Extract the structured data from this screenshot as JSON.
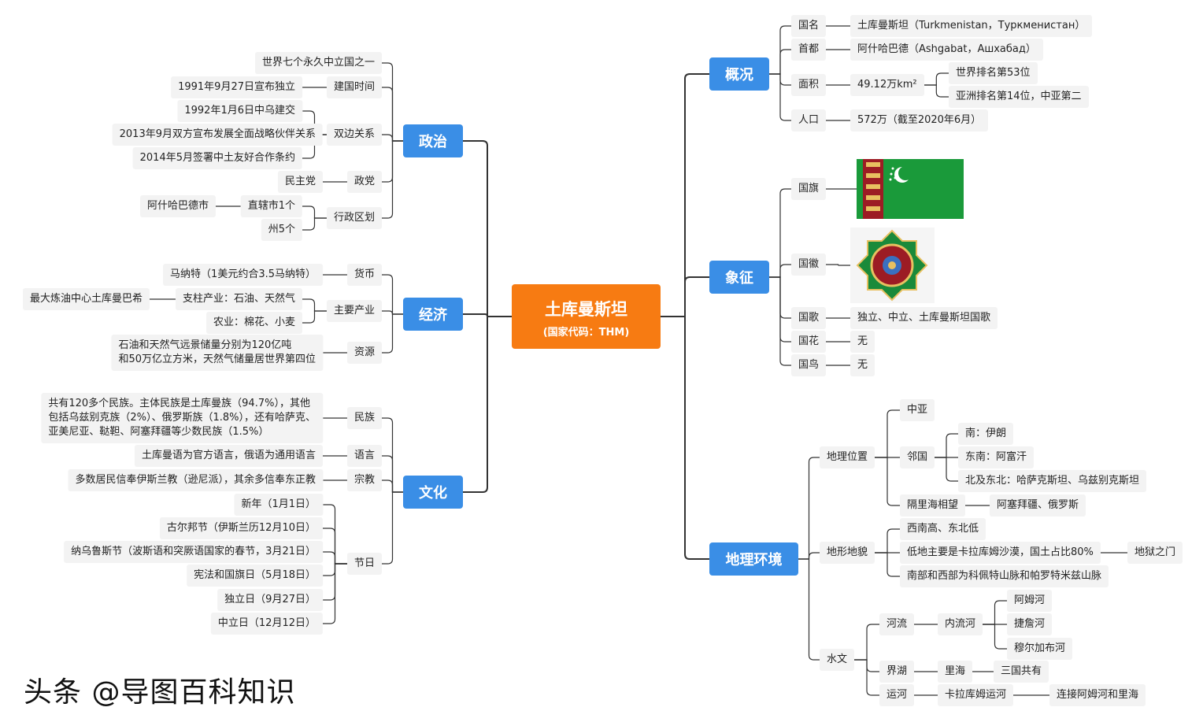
{
  "root": {
    "title": "土库曼斯坦",
    "subtitle": "(国家代码：THM)"
  },
  "topics": {
    "politics": "政治",
    "economy": "经济",
    "culture": "文化",
    "overview": "概况",
    "symbols": "象征",
    "geography": "地理环境"
  },
  "nodes": [
    {
      "id": "p0",
      "parent": "politics",
      "text": "世界七个永久中立国之一"
    },
    {
      "id": "p1",
      "parent": "politics",
      "text": "建国时间"
    },
    {
      "id": "p1a",
      "parent": "p1",
      "text": "1991年9月27日宣布独立"
    },
    {
      "id": "p2",
      "parent": "politics",
      "text": "双边关系"
    },
    {
      "id": "p2a",
      "parent": "p2",
      "text": "1992年1月6日中乌建交"
    },
    {
      "id": "p2b",
      "parent": "p2",
      "text": "2013年9月双方宣布发展全面战略伙伴关系"
    },
    {
      "id": "p2c",
      "parent": "p2",
      "text": "2014年5月签署中土友好合作条约"
    },
    {
      "id": "p3",
      "parent": "politics",
      "text": "政党"
    },
    {
      "id": "p3a",
      "parent": "p3",
      "text": "民主党"
    },
    {
      "id": "p4",
      "parent": "politics",
      "text": "行政区划"
    },
    {
      "id": "p4a",
      "parent": "p4",
      "text": "直辖市1个"
    },
    {
      "id": "p4a1",
      "parent": "p4a",
      "text": "阿什哈巴德市"
    },
    {
      "id": "p4b",
      "parent": "p4",
      "text": "州5个"
    },
    {
      "id": "e1",
      "parent": "economy",
      "text": "货币"
    },
    {
      "id": "e1a",
      "parent": "e1",
      "text": "马纳特（1美元约合3.5马纳特）"
    },
    {
      "id": "e2",
      "parent": "economy",
      "text": "主要产业"
    },
    {
      "id": "e2a",
      "parent": "e2",
      "text": "支柱产业：石油、天然气"
    },
    {
      "id": "e2a1",
      "parent": "e2a",
      "text": "最大炼油中心土库曼巴希"
    },
    {
      "id": "e2b",
      "parent": "e2",
      "text": "农业：棉花、小麦"
    },
    {
      "id": "e3",
      "parent": "economy",
      "text": "资源"
    },
    {
      "id": "e3a",
      "parent": "e3",
      "text": "石油和天然气远景储量分别为120亿吨\n和50万亿立方米，天然气储量居世界第四位"
    },
    {
      "id": "c1",
      "parent": "culture",
      "text": "民族"
    },
    {
      "id": "c1a",
      "parent": "c1",
      "text": "共有120多个民族。主体民族是土库曼族（94.7%），其他\n包括乌兹别克族（2%）、俄罗斯族（1.8%），还有哈萨克、\n亚美尼亚、鞑靼、阿塞拜疆等少数民族（1.5%）"
    },
    {
      "id": "c2",
      "parent": "culture",
      "text": "语言"
    },
    {
      "id": "c2a",
      "parent": "c2",
      "text": "土库曼语为官方语言，俄语为通用语言"
    },
    {
      "id": "c3",
      "parent": "culture",
      "text": "宗教"
    },
    {
      "id": "c3a",
      "parent": "c3",
      "text": "多数居民信奉伊斯兰教（逊尼派），其余多信奉东正教"
    },
    {
      "id": "c4",
      "parent": "culture",
      "text": "节日"
    },
    {
      "id": "c4a",
      "parent": "c4",
      "text": "新年（1月1日）"
    },
    {
      "id": "c4b",
      "parent": "c4",
      "text": "古尔邦节（伊斯兰历12月10日）"
    },
    {
      "id": "c4c",
      "parent": "c4",
      "text": "纳乌鲁斯节（波斯语和突厥语国家的春节，3月21日）"
    },
    {
      "id": "c4d",
      "parent": "c4",
      "text": "宪法和国旗日（5月18日）"
    },
    {
      "id": "c4e",
      "parent": "c4",
      "text": "独立日（9月27日）"
    },
    {
      "id": "c4f",
      "parent": "c4",
      "text": "中立日（12月12日）"
    },
    {
      "id": "o1",
      "parent": "overview",
      "text": "国名"
    },
    {
      "id": "o1a",
      "parent": "o1",
      "text": "土库曼斯坦（Turkmenistan，Туркменистан）"
    },
    {
      "id": "o2",
      "parent": "overview",
      "text": "首都"
    },
    {
      "id": "o2a",
      "parent": "o2",
      "text": "阿什哈巴德（Ashgabat，Ашхабад）"
    },
    {
      "id": "o3",
      "parent": "overview",
      "text": "面积"
    },
    {
      "id": "o3a",
      "parent": "o3",
      "text": "49.12万km²"
    },
    {
      "id": "o3a1",
      "parent": "o3a",
      "text": "世界排名第53位"
    },
    {
      "id": "o3a2",
      "parent": "o3a",
      "text": "亚洲排名第14位，中亚第二"
    },
    {
      "id": "o4",
      "parent": "overview",
      "text": "人口"
    },
    {
      "id": "o4a",
      "parent": "o4",
      "text": "572万（截至2020年6月）"
    },
    {
      "id": "s1",
      "parent": "symbols",
      "text": "国旗"
    },
    {
      "id": "s2",
      "parent": "symbols",
      "text": "国徽"
    },
    {
      "id": "s3",
      "parent": "symbols",
      "text": "国歌"
    },
    {
      "id": "s3a",
      "parent": "s3",
      "text": "独立、中立、土库曼斯坦国歌"
    },
    {
      "id": "s4",
      "parent": "symbols",
      "text": "国花"
    },
    {
      "id": "s4a",
      "parent": "s4",
      "text": "无"
    },
    {
      "id": "s5",
      "parent": "symbols",
      "text": "国鸟"
    },
    {
      "id": "s5a",
      "parent": "s5",
      "text": "无"
    },
    {
      "id": "g1",
      "parent": "geography",
      "text": "地理位置"
    },
    {
      "id": "g1a",
      "parent": "g1",
      "text": "中亚"
    },
    {
      "id": "g1b",
      "parent": "g1",
      "text": "邻国"
    },
    {
      "id": "g1b1",
      "parent": "g1b",
      "text": "南：伊朗"
    },
    {
      "id": "g1b2",
      "parent": "g1b",
      "text": "东南：阿富汗"
    },
    {
      "id": "g1b3",
      "parent": "g1b",
      "text": "北及东北：哈萨克斯坦、乌兹别克斯坦"
    },
    {
      "id": "g1c",
      "parent": "g1",
      "text": "隔里海相望"
    },
    {
      "id": "g1c1",
      "parent": "g1c",
      "text": "阿塞拜疆、俄罗斯"
    },
    {
      "id": "g2",
      "parent": "geography",
      "text": "地形地貌"
    },
    {
      "id": "g2a",
      "parent": "g2",
      "text": "西南高、东北低"
    },
    {
      "id": "g2b",
      "parent": "g2",
      "text": "低地主要是卡拉库姆沙漠，国土占比80%"
    },
    {
      "id": "g2b1",
      "parent": "g2b",
      "text": "地狱之门"
    },
    {
      "id": "g2c",
      "parent": "g2",
      "text": "南部和西部为科佩特山脉和帕罗特米兹山脉"
    },
    {
      "id": "g3",
      "parent": "geography",
      "text": "水文"
    },
    {
      "id": "g3a",
      "parent": "g3",
      "text": "河流"
    },
    {
      "id": "g3a1",
      "parent": "g3a",
      "text": "内流河"
    },
    {
      "id": "g3a1a",
      "parent": "g3a1",
      "text": "阿姆河"
    },
    {
      "id": "g3a1b",
      "parent": "g3a1",
      "text": "捷詹河"
    },
    {
      "id": "g3a1c",
      "parent": "g3a1",
      "text": "穆尔加布河"
    },
    {
      "id": "g3b",
      "parent": "g3",
      "text": "界湖"
    },
    {
      "id": "g3b1",
      "parent": "g3b",
      "text": "里海"
    },
    {
      "id": "g3b1a",
      "parent": "g3b1",
      "text": "三国共有"
    },
    {
      "id": "g3c",
      "parent": "g3",
      "text": "运河"
    },
    {
      "id": "g3c1",
      "parent": "g3c",
      "text": "卡拉库姆运河"
    },
    {
      "id": "g3c1a",
      "parent": "g3c1",
      "text": "连接阿姆河和里海"
    }
  ],
  "watermark": "头条 @导图百科知识",
  "colors": {
    "root": "#f77b12",
    "topic": "#3a8ee6",
    "node_bg": "#f3f3f3",
    "line": "#333333"
  }
}
